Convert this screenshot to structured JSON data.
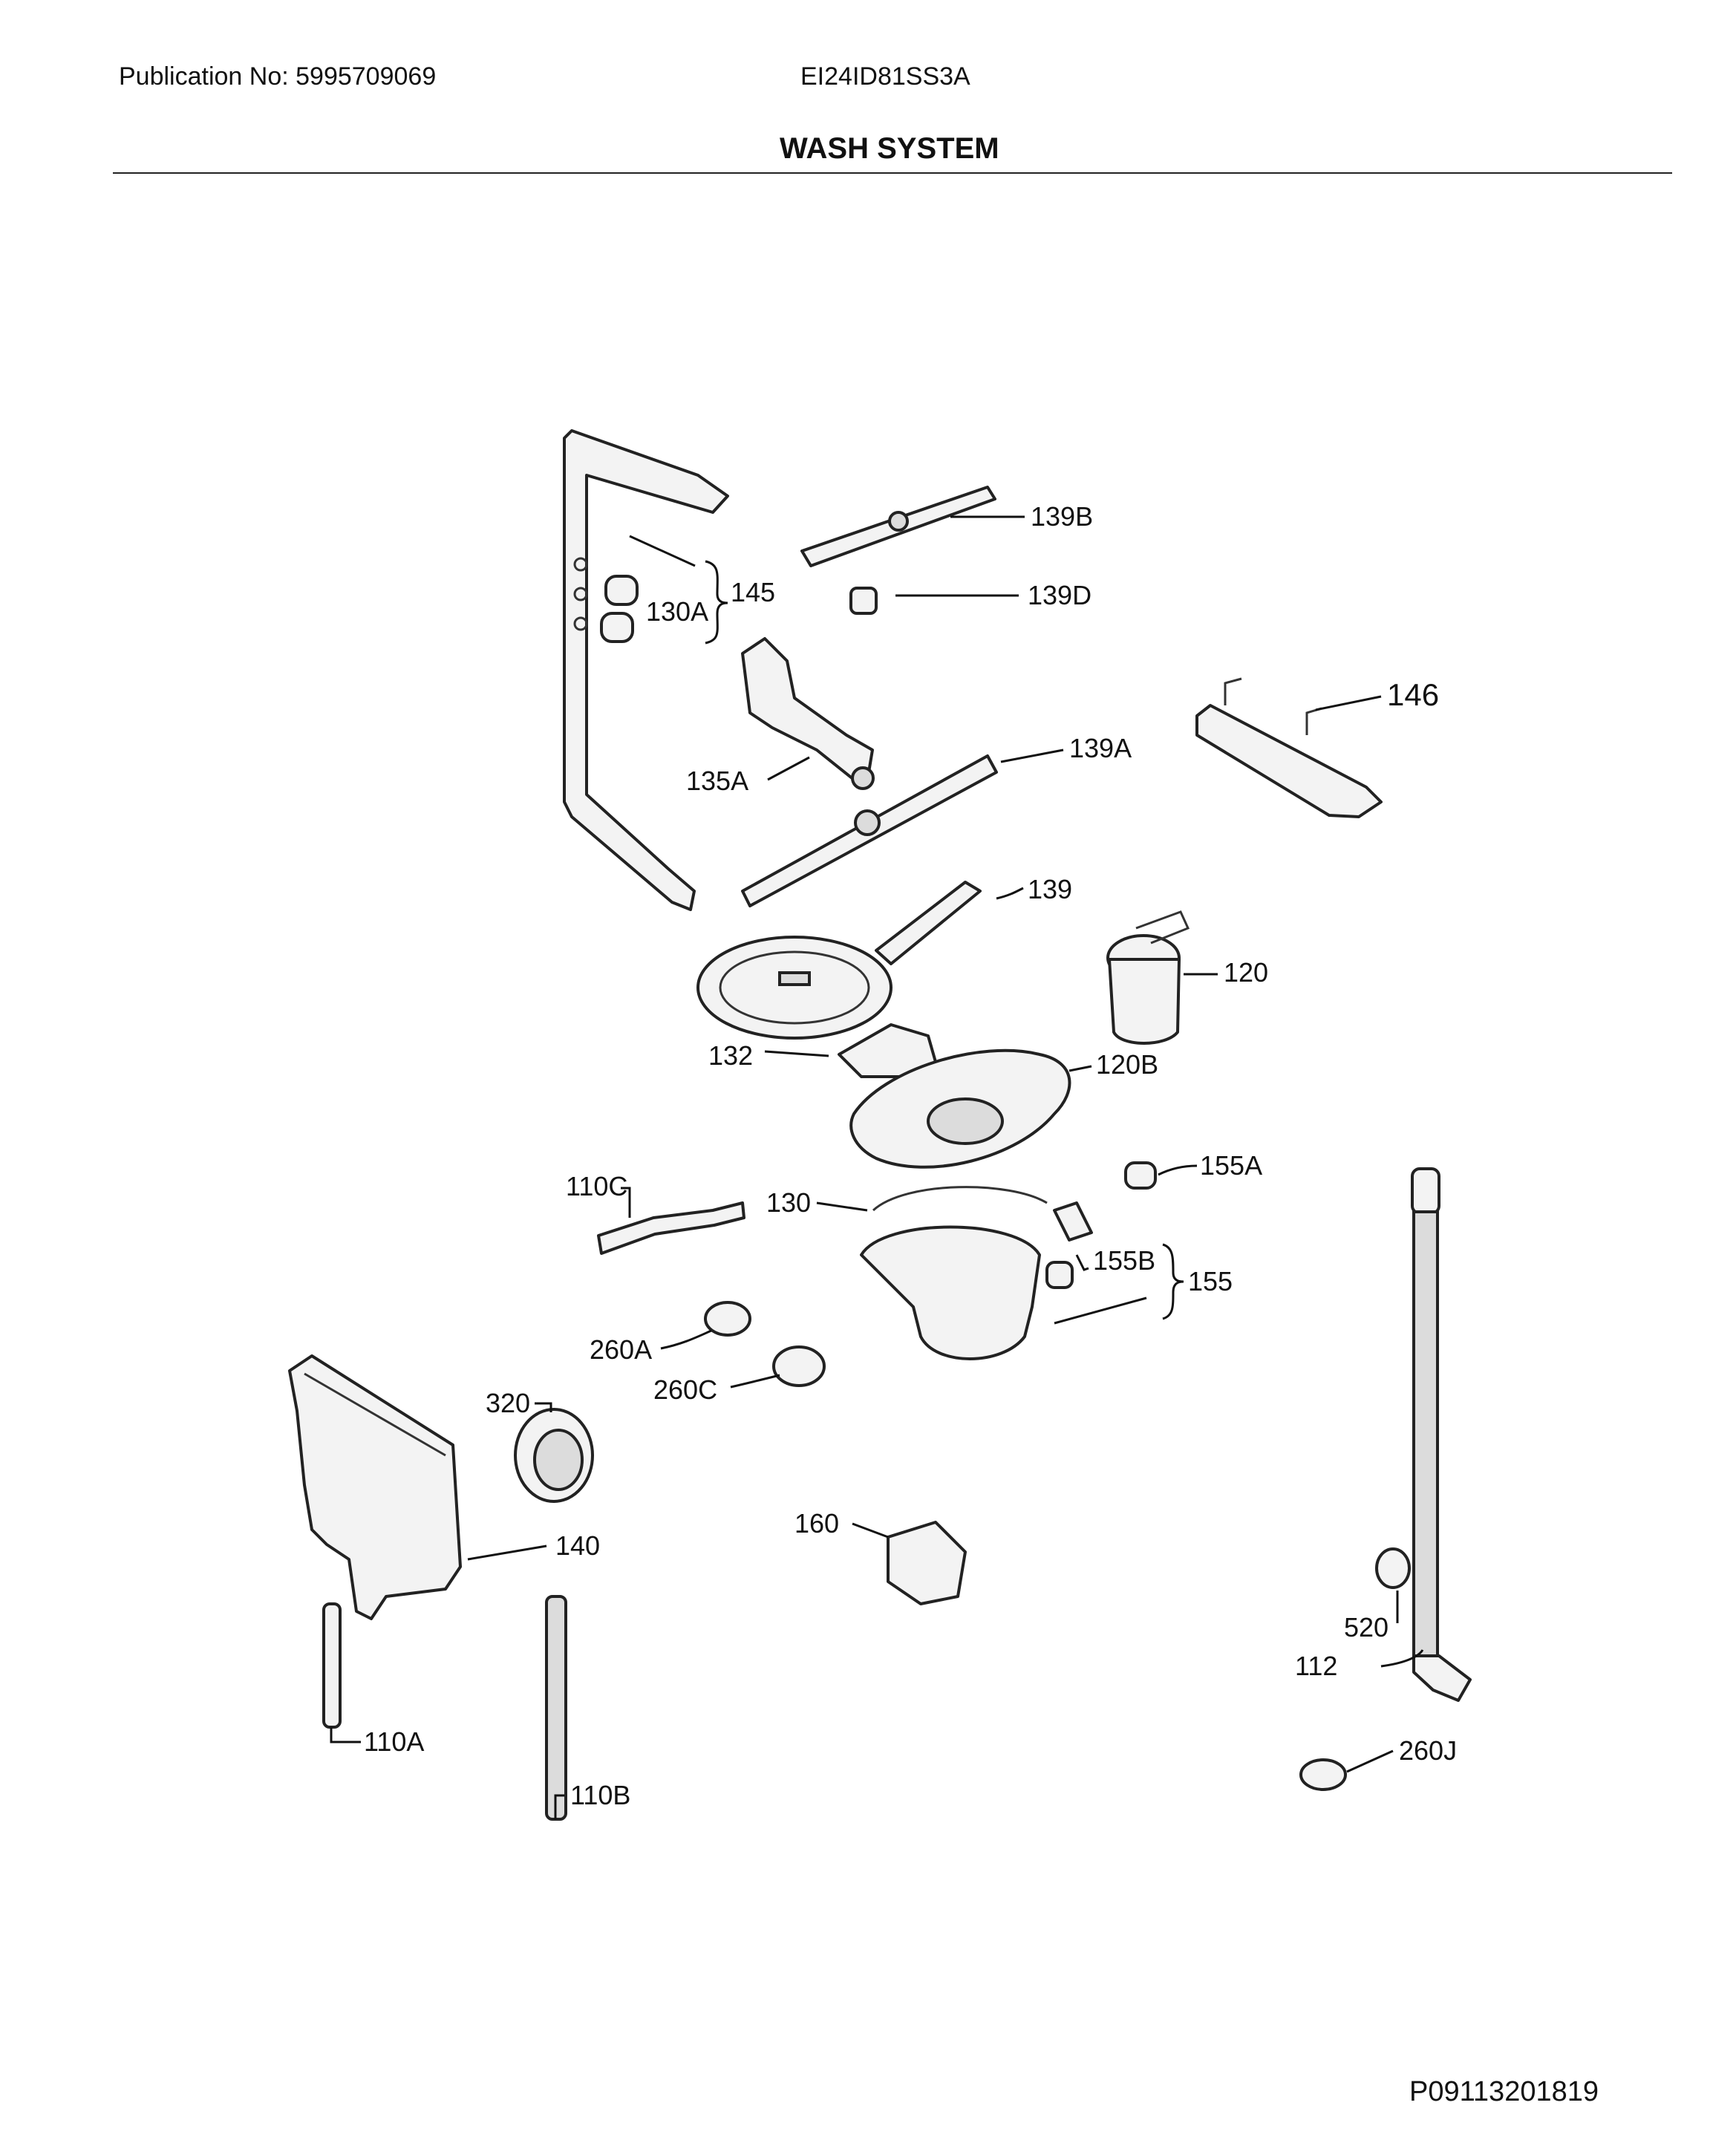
{
  "header": {
    "publication": "Publication No: 5995709069",
    "model": "EI24ID81SS3A",
    "section_title": "WASH SYSTEM"
  },
  "footer": {
    "code": "P09113201819"
  },
  "callouts": {
    "c139B": "139B",
    "c145": "145",
    "c130A": "130A",
    "c139D": "139D",
    "c146": "146",
    "c139A": "139A",
    "c135A": "135A",
    "c139": "139",
    "c120": "120",
    "c132": "132",
    "c120B": "120B",
    "c155A": "155A",
    "c110C": "110C",
    "c130": "130",
    "c155B": "155B",
    "c155": "155",
    "c260A": "260A",
    "c260C": "260C",
    "c320": "320",
    "c140": "140",
    "c160": "160",
    "c520": "520",
    "c112": "112",
    "c110A": "110A",
    "c110B": "110B",
    "c260J": "260J"
  }
}
